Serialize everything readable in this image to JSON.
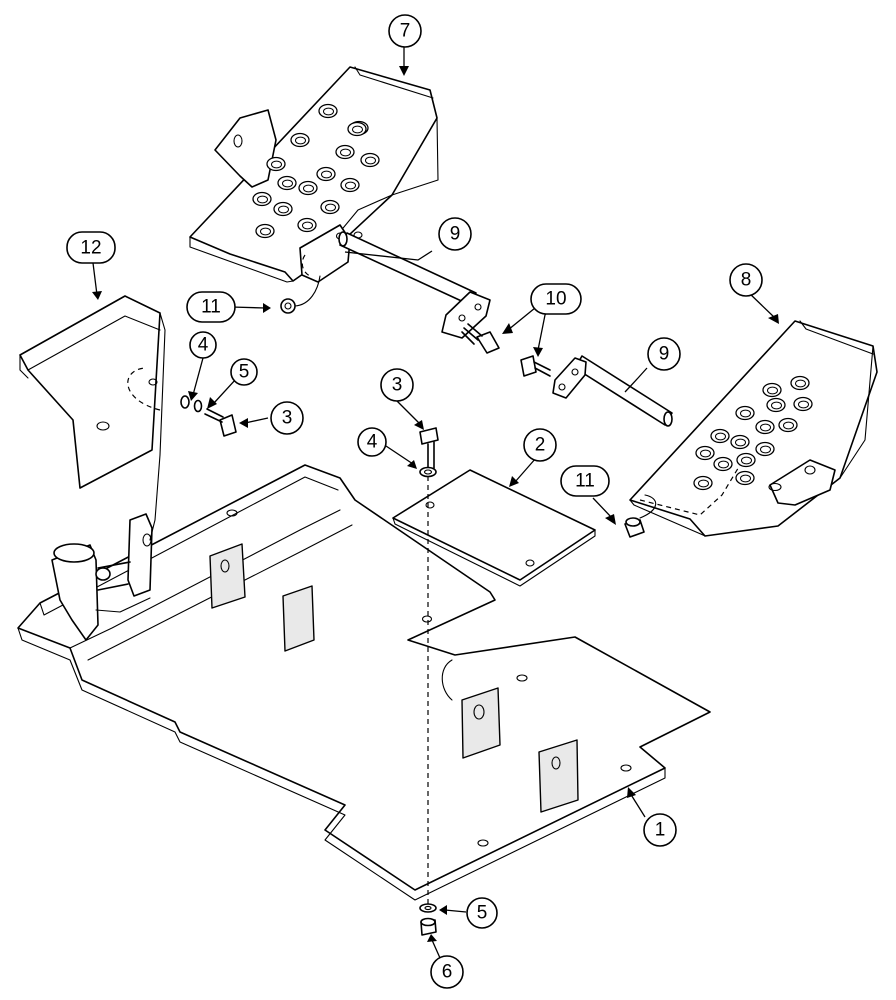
{
  "callouts": [
    {
      "id": "c1",
      "label": "1"
    },
    {
      "id": "c2",
      "label": "2"
    },
    {
      "id": "c3a",
      "label": "3"
    },
    {
      "id": "c3b",
      "label": "3"
    },
    {
      "id": "c4a",
      "label": "4"
    },
    {
      "id": "c4b",
      "label": "4"
    },
    {
      "id": "c5a",
      "label": "5"
    },
    {
      "id": "c5b",
      "label": "5"
    },
    {
      "id": "c6",
      "label": "6"
    },
    {
      "id": "c7",
      "label": "7"
    },
    {
      "id": "c8",
      "label": "8"
    },
    {
      "id": "c9a",
      "label": "9"
    },
    {
      "id": "c9b",
      "label": "9"
    },
    {
      "id": "c10",
      "label": "10"
    },
    {
      "id": "c11a",
      "label": "11"
    },
    {
      "id": "c11b",
      "label": "11"
    },
    {
      "id": "c12",
      "label": "12"
    }
  ]
}
